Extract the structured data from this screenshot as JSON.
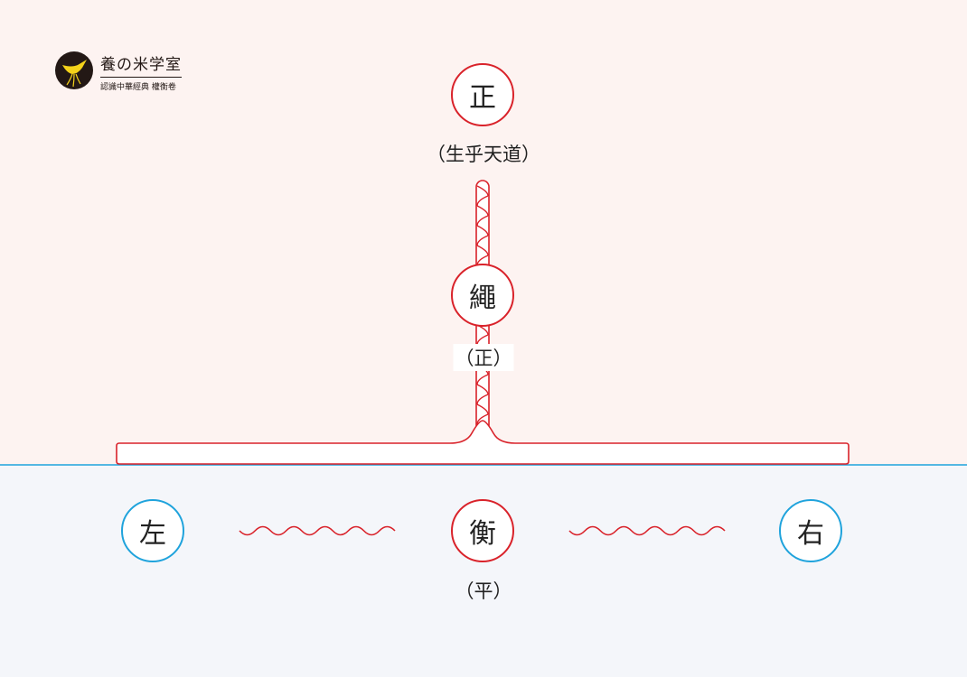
{
  "logo": {
    "title": "養の米学室",
    "subtitle": "認識中華經典 權衡卷"
  },
  "nodes": {
    "zheng_top": {
      "char": "正",
      "note": "（生乎天道）"
    },
    "sheng": {
      "char": "繩",
      "note": "（正）"
    },
    "heng": {
      "char": "衡",
      "note": "（平）"
    },
    "zuo": {
      "char": "左"
    },
    "you": {
      "char": "右"
    }
  },
  "colors": {
    "bg_top": "#fdf3f1",
    "bg_bottom": "#f4f6fa",
    "red": "#d9222a",
    "blue": "#1fa3dc",
    "logo_dark": "#231815",
    "logo_accent": "#f4d21a"
  }
}
